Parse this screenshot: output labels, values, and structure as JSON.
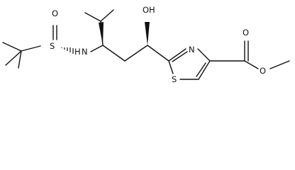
{
  "molecule": {
    "atom_labels": {
      "sulfinyl_oxygen": "O",
      "sulfur": "S",
      "amide_nitrogen": "N",
      "amide_hydrogen": "H",
      "hydroxyl": "OH",
      "thiazole_nitrogen": "N",
      "thiazole_sulfur": "S",
      "carbonyl_oxygen": "O",
      "ester_oxygen": "O"
    },
    "colors": {
      "bond": "#111111",
      "text": "#111111",
      "background": "#ffffff"
    }
  }
}
